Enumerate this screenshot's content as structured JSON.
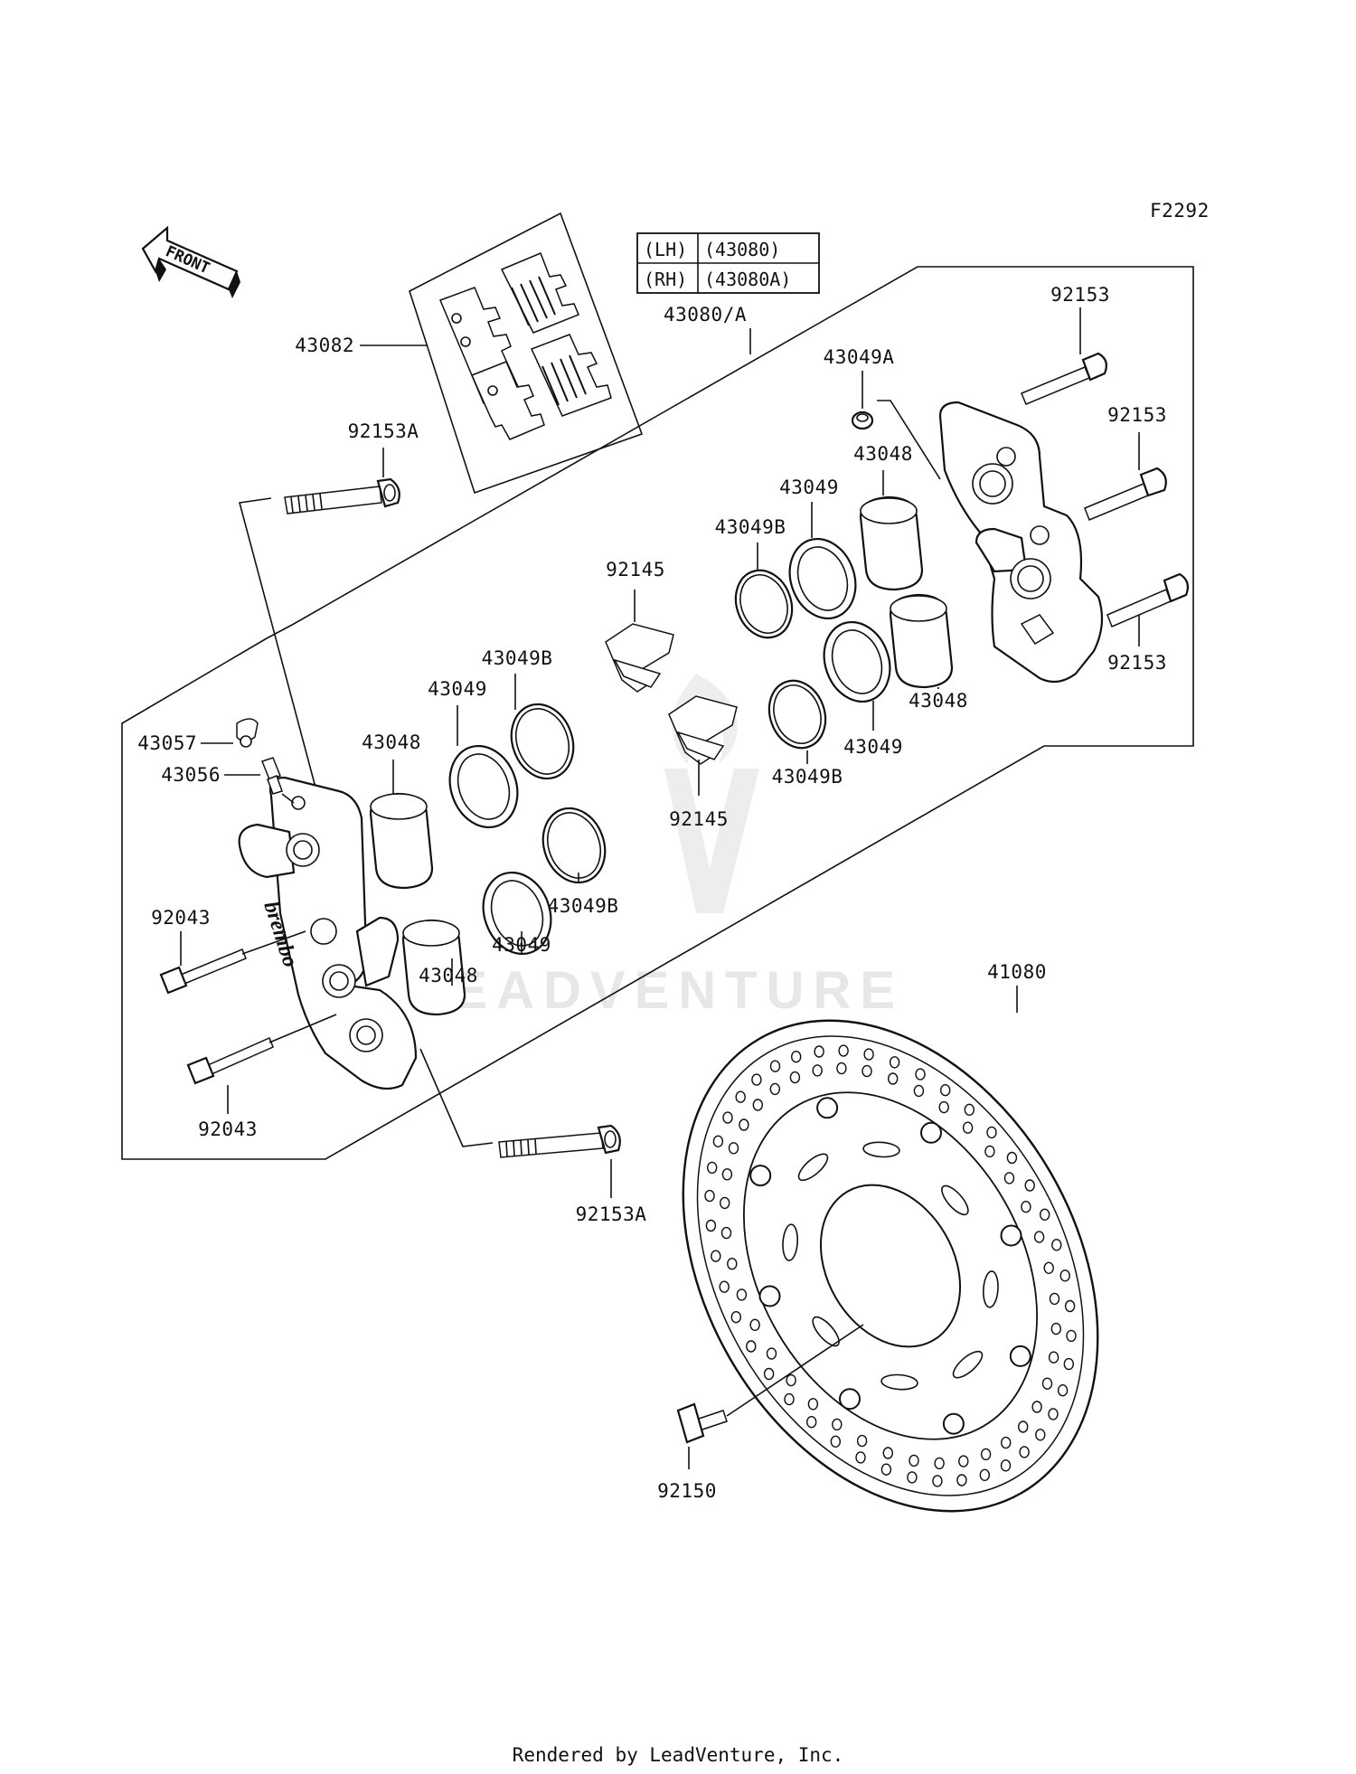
{
  "figure_code": "F2292",
  "front_arrow_label": "FRONT",
  "caliper_table": {
    "rows": [
      {
        "side": "(LH)",
        "part": "(43080)"
      },
      {
        "side": "(RH)",
        "part": "(43080A)"
      }
    ],
    "assembly_label": "43080/A"
  },
  "labels": {
    "pad_set": "43082",
    "bleeder_cap": "43057",
    "bleeder_valve": "43056",
    "pin_bolt_left_upper": "92043",
    "pin_bolt_left_lower": "92043",
    "mount_bolt_upper": "92153A",
    "mount_bolt_lower": "92153A",
    "piston_left_upper": "43048",
    "piston_left_lower": "43048",
    "seal_left_upper": "43049",
    "seal_left_lower": "43049",
    "dust_seal_left_upper": "43049B",
    "dust_seal_left_lower": "43049B",
    "pad_spring_upper": "92145",
    "pad_spring_lower": "92145",
    "dust_seal_right_upper": "43049B",
    "dust_seal_right_lower": "43049B",
    "seal_right_upper": "43049",
    "seal_right_lower": "43049",
    "piston_right_upper": "43048",
    "piston_right_lower": "43048",
    "orifice_plug": "43049A",
    "bolt_right_top": "92153",
    "bolt_right_mid": "92153",
    "bolt_right_low": "92153",
    "disc": "41080",
    "disc_bolt": "92150"
  },
  "watermark": "LEADVENTURE",
  "footer": "Rendered by LeadVenture, Inc."
}
